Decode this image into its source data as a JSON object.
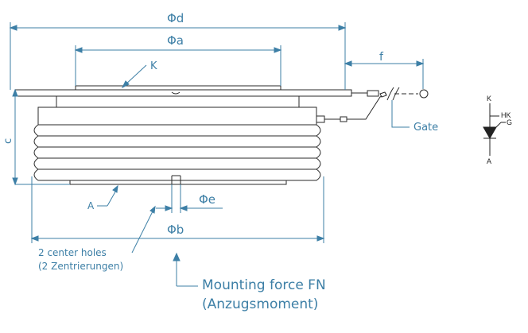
{
  "dimensions": {
    "d": "Φd",
    "a": "Φa",
    "b": "Φb",
    "e": "Φe",
    "f": "f",
    "c": "c"
  },
  "labels": {
    "cathode": "K",
    "anode": "A",
    "gate": "Gate",
    "center_holes_1": "2 center holes",
    "center_holes_2": "(2 Zentrierungen)",
    "mounting_1": "Mounting force FN",
    "mounting_2": "(Anzugsmoment)"
  },
  "symbol": {
    "k": "K",
    "hk": "HK",
    "g": "G",
    "a": "A"
  },
  "colors": {
    "line": "#2a2a2a",
    "dim": "#3d7fa6"
  }
}
